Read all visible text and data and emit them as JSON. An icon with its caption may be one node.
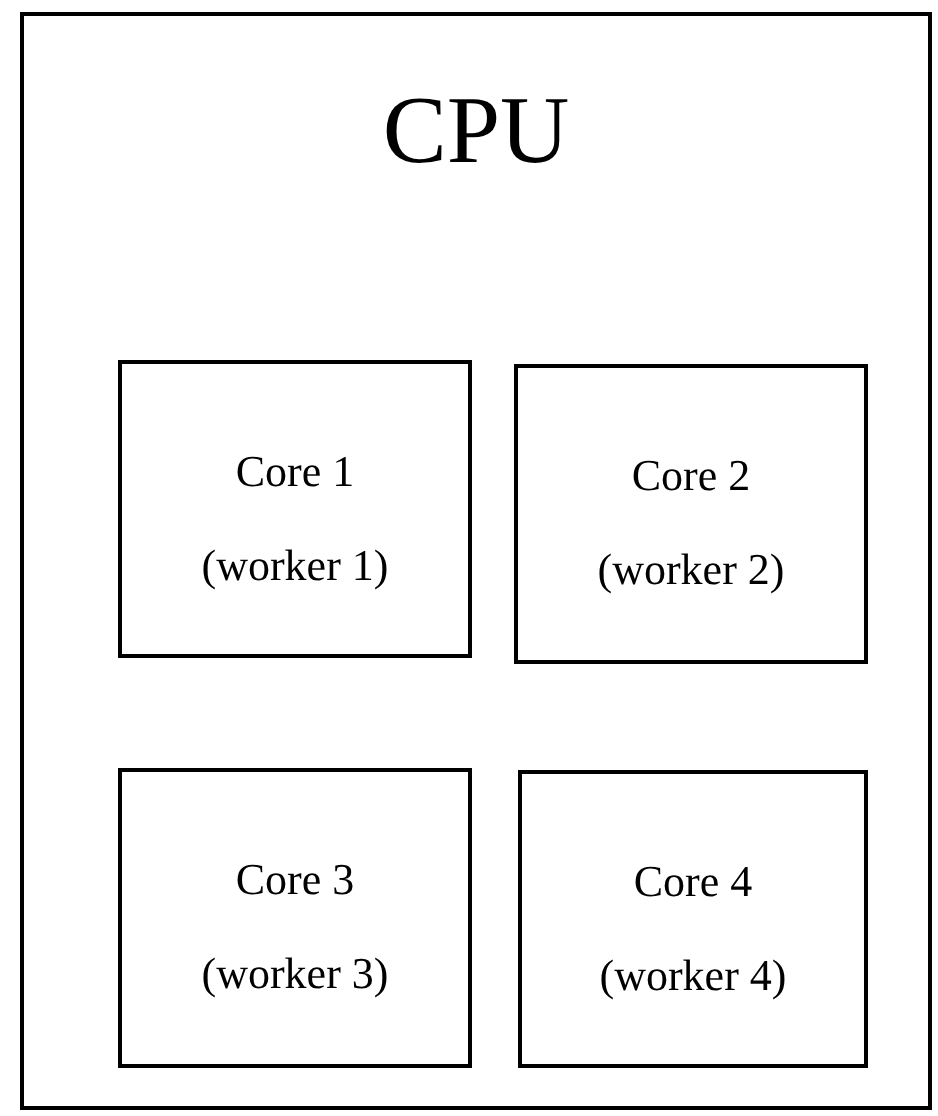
{
  "diagram": {
    "nodes": [
      {
        "text": [
          "CPU"
        ]
      },
      {
        "text": [
          "Core 1",
          "(worker 1)"
        ],
        "in": 0
      },
      {
        "text": [
          "Core 2",
          "(worker 2)"
        ],
        "in": 0
      },
      {
        "text": [
          "Core 3",
          "(worker 3)"
        ],
        "in": 0
      },
      {
        "text": [
          "Core 4",
          "(worker 4)"
        ],
        "in": 0
      }
    ]
  }
}
